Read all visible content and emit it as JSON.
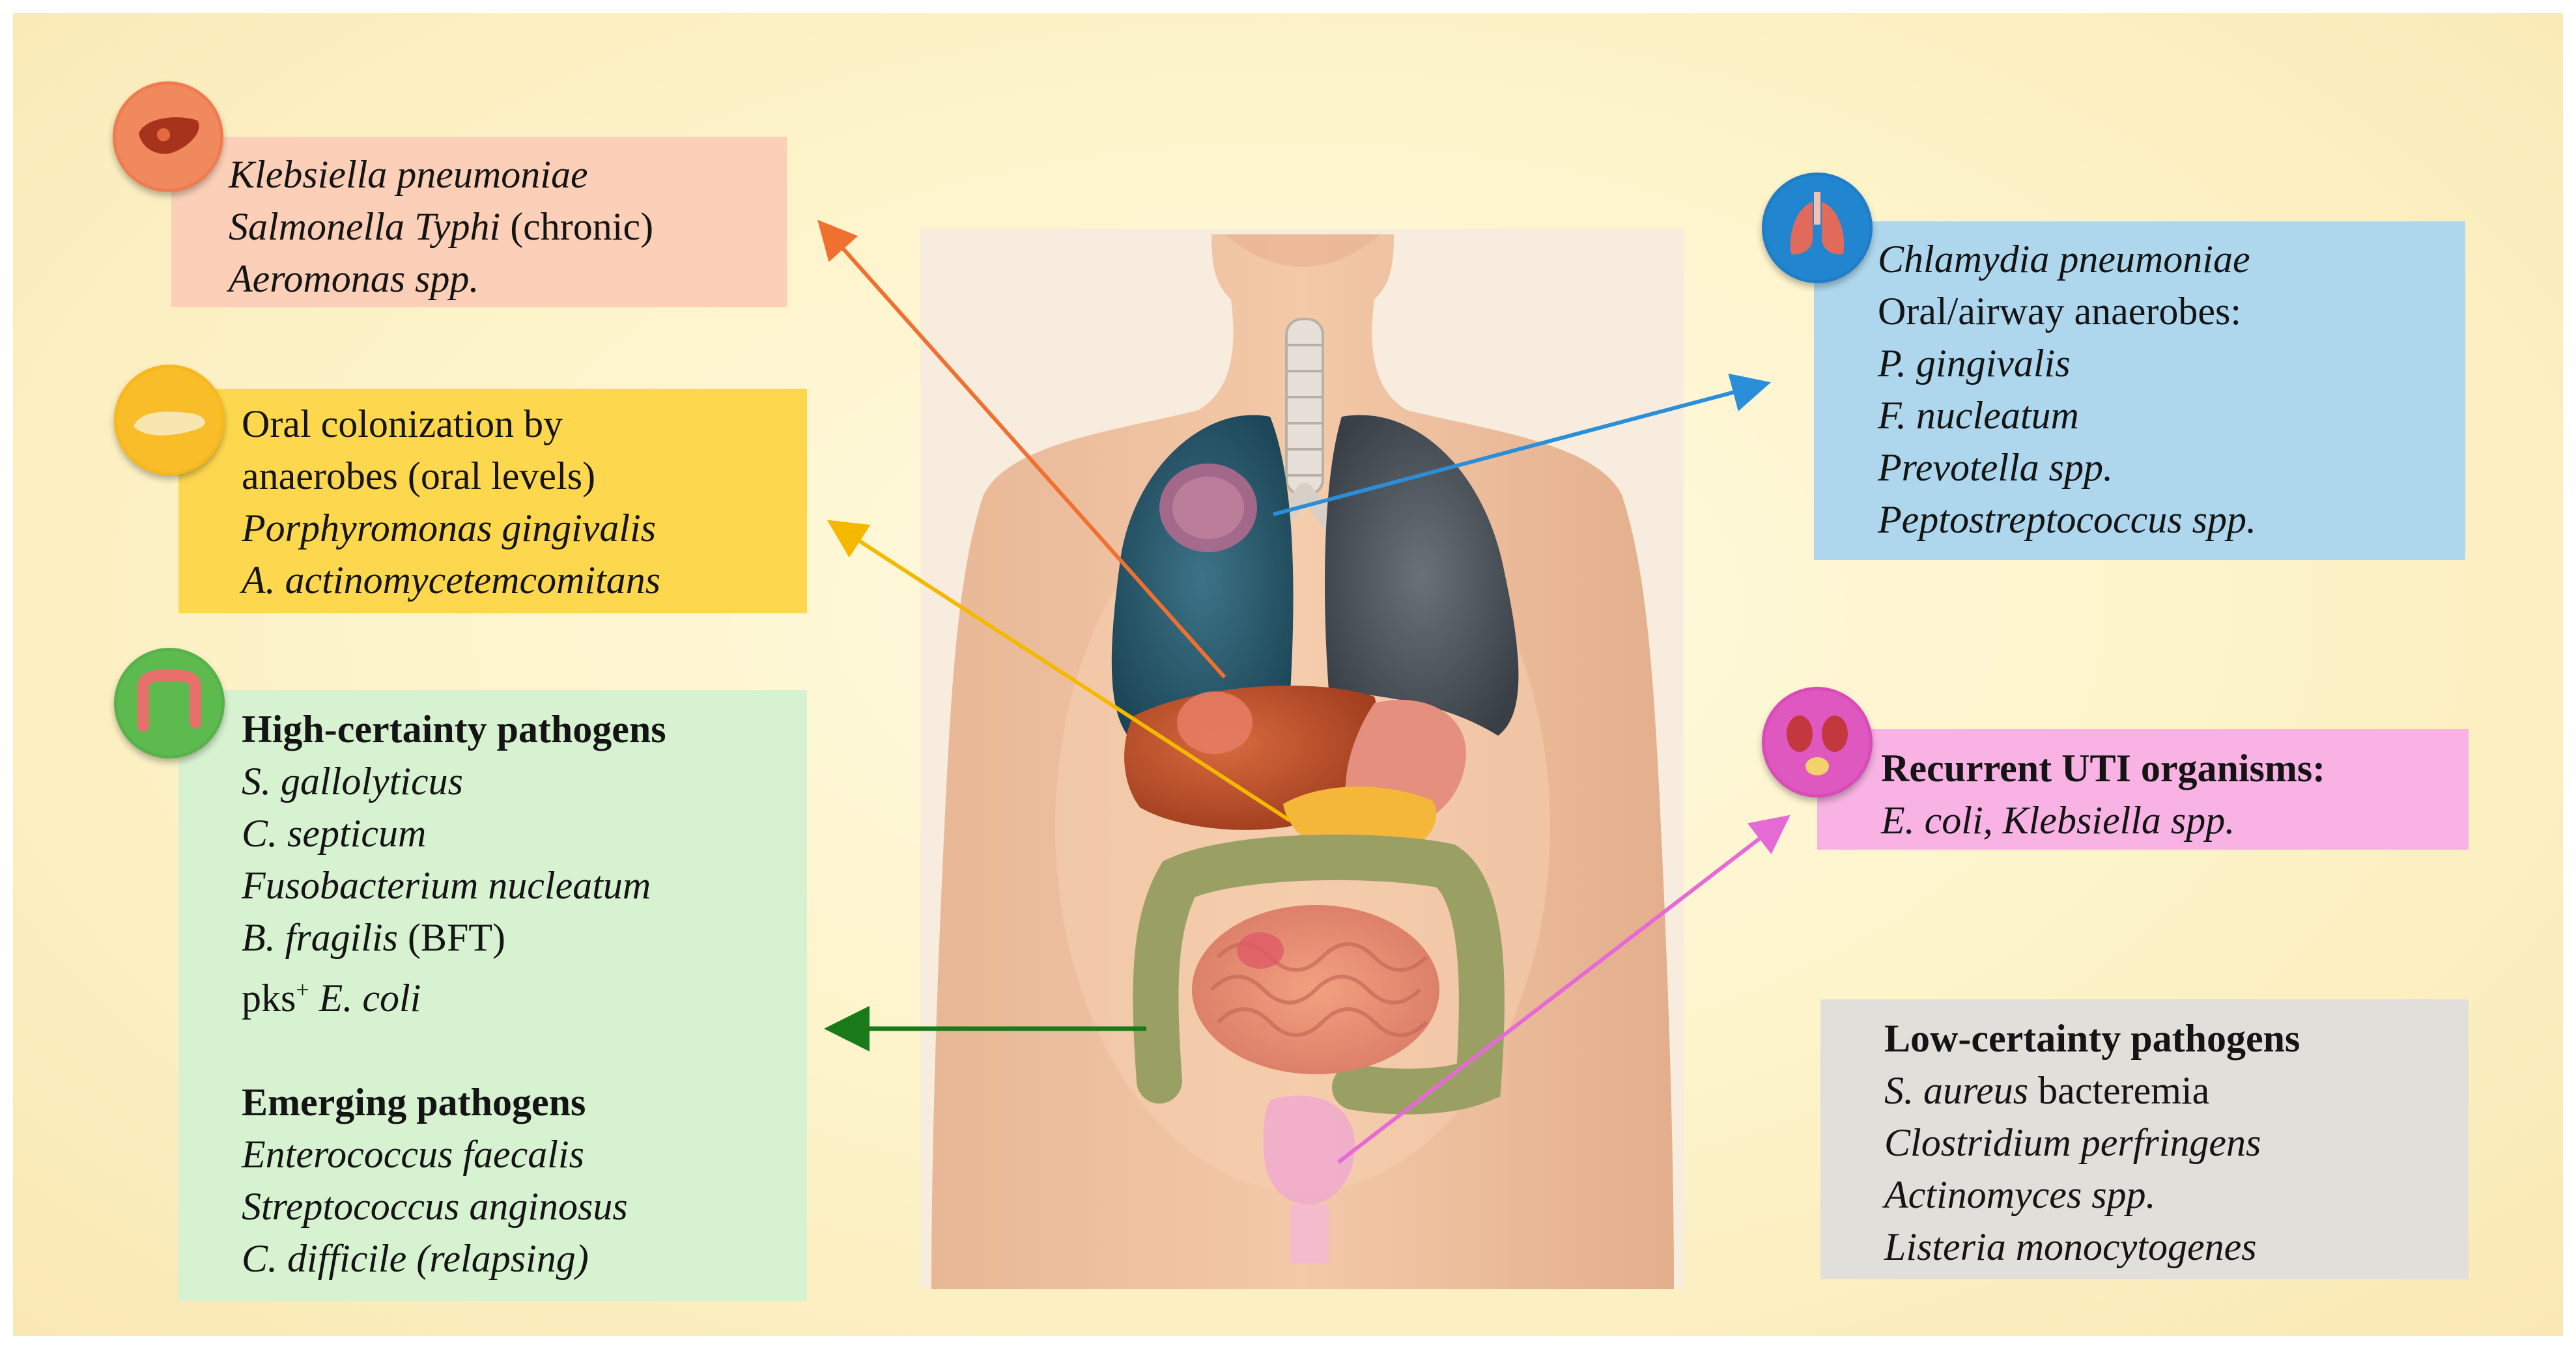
{
  "colors": {
    "liver_box": "#fcd0b8",
    "pancreas_box": "#fdd84e",
    "colon_box": "#d7f2d0",
    "lung_box": "#aed6ec",
    "uti_box": "#f8b2e3",
    "low_box": "#e0dfd9",
    "arrow_liver": "#f07030",
    "arrow_pancreas": "#f5b800",
    "arrow_colon": "#1a7a1a",
    "arrow_lung": "#2a8ed8",
    "arrow_uti": "#e66ad6"
  },
  "icons": {
    "liver": "liver-icon",
    "pancreas": "pancreas-icon",
    "colon": "colon-icon",
    "lungs": "lungs-icon",
    "kidneys": "kidneys-icon"
  },
  "liver_box": {
    "line1": "Klebsiella pneumoniae",
    "line2_italic": "Salmonella Typhi",
    "line2_rest": " (chronic)",
    "line3": "Aeromonas spp."
  },
  "pancreas_box": {
    "line1": "Oral colonization by",
    "line2": "anaerobes (oral levels)",
    "line3": "Porphyromonas gingivalis",
    "line4": "A. actinomycetemcomitans"
  },
  "colon_box": {
    "heading1": "High-certainty pathogens",
    "item1": "S. gallolyticus",
    "item2": "C. septicum",
    "item3": "Fusobacterium nucleatum",
    "item4_italic": "B. fragilis",
    "item4_rest": " (BFT)",
    "item5_prefix": "pks",
    "item5_sup": "+",
    "item5_italic": " E. coli",
    "heading2": "Emerging pathogens",
    "item6": "Enterococcus faecalis",
    "item7": "Streptococcus anginosus",
    "item8": "C. difficile (relapsing)"
  },
  "lung_box": {
    "line1": "Chlamydia pneumoniae",
    "line2": "Oral/airway anaerobes:",
    "line3": "P. gingivalis",
    "line4": "F. nucleatum",
    "line5": "Prevotella spp.",
    "line6": "Peptostreptococcus spp."
  },
  "uti_box": {
    "heading": "Recurrent UTI organisms:",
    "line1": "E. coli, Klebsiella spp."
  },
  "low_box": {
    "heading": "Low-certainty pathogens",
    "line1_italic": "S. aureus",
    "line1_rest": " bacteremia",
    "line2": "Clostridium perfringens",
    "line3": "Actinomyces spp.",
    "line4": "Listeria monocytogenes"
  }
}
